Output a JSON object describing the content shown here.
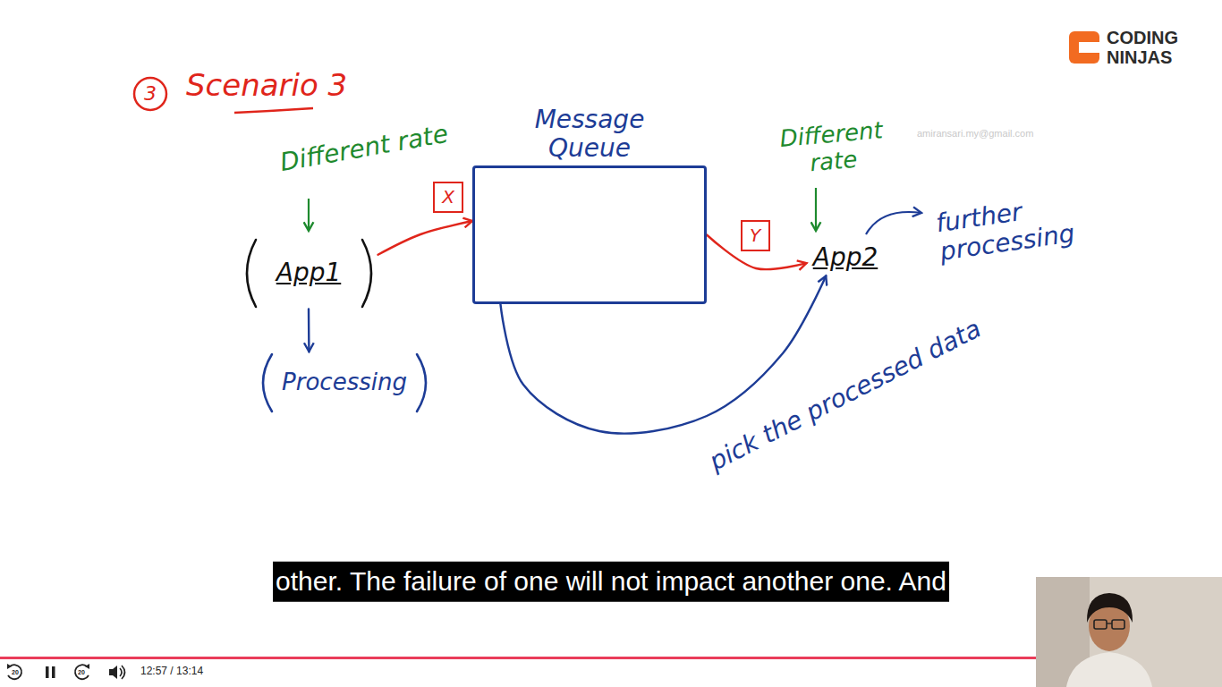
{
  "diagram": {
    "title": "Scenario 3",
    "nodes": [
      {
        "text": [
          "App1"
        ]
      },
      {
        "text": [
          "Processing"
        ]
      },
      {
        "text": [
          "Message Queue"
        ]
      },
      {
        "text": [
          "X"
        ]
      },
      {
        "text": [
          "Y"
        ]
      },
      {
        "text": [
          "App2"
        ]
      }
    ],
    "edges": [
      {
        "from": 0,
        "to": 2,
        "arrow": "to"
      },
      {
        "from": 2,
        "to": 5,
        "arrow": "to"
      },
      {
        "from": 0,
        "to": 1,
        "arrow": "to"
      },
      {
        "from": 2,
        "to": 5,
        "arrow": "to",
        "label": "pick the processed data"
      }
    ],
    "labels": [
      "3",
      "Different rate",
      "Different rate",
      "further processing",
      "CODING",
      "NINJAS",
      "amiransari.my@gmail.com",
      "other. The failure of one will not impact another one. And",
      "20",
      "20",
      "12:57 / 13:14"
    ]
  }
}
